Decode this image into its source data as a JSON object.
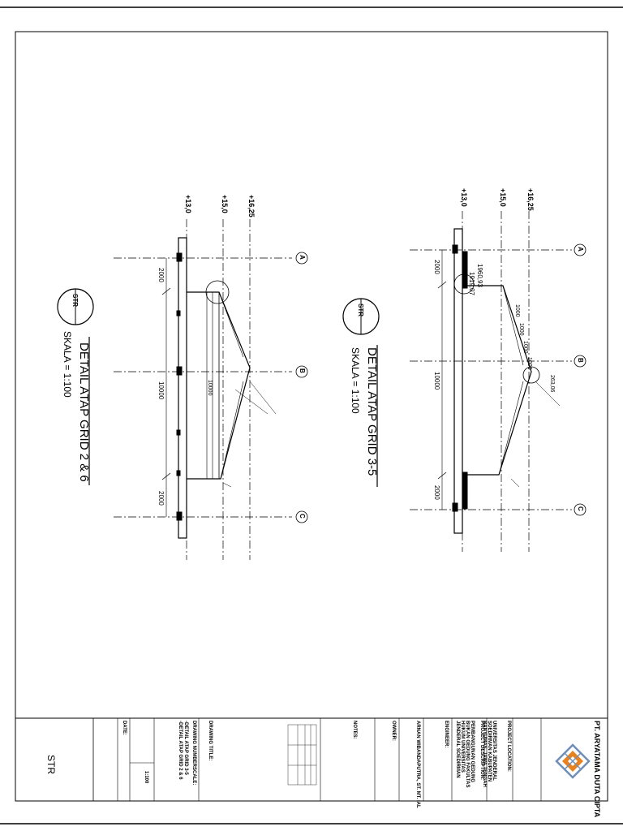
{
  "sheet": {
    "code": "STR",
    "scale_value": "1:100"
  },
  "drawing_left": {
    "title": "DETAIL ATAP GRID 2 & 6",
    "scale": "SKALA = 1:100",
    "symbol": "STR",
    "levels": [
      "+13,0",
      "+15,0",
      "+16,25"
    ],
    "grids": [
      "A",
      "B",
      "C"
    ],
    "dims": [
      "2000",
      "10000",
      "2000",
      "10000"
    ]
  },
  "drawing_right": {
    "title": "DETAIL ATAP GRID 3-5",
    "scale": "SKALA = 1:100",
    "symbol": "STR",
    "levels": [
      "+13,0",
      "+15,0",
      "+16,25"
    ],
    "grids": [
      "A",
      "B",
      "C"
    ],
    "dims": [
      "2000",
      "10000",
      "2000",
      "1960,93",
      "1919,07",
      "1000",
      "1000",
      "1000",
      "1000",
      "263,06"
    ]
  },
  "title_block": {
    "company": "PT. ARYATAMA DUTA CIPTA",
    "project_location_label": "PROJECT LOCATION:",
    "project_location": "UNIVERSITAS JENDERAL SOEDIRMAN KABUPATEN BANYUMAS, JAWA TENGAH",
    "project_description_label": "PROJECT DESCRIPTION:",
    "project_description": "PEMBANGUNAN GEDUNG BUKAN GEDUNG FAKULTAS HUKUM UNIVERSITAS JENDERAL SOEDIRMAN",
    "engineer_label": "ENGINEER:",
    "engineer": "ARNAN WIBANDAPUTRA, ST. MT. IAL",
    "owner_label": "OWNER:",
    "notes_label": "NOTES:",
    "drawing_title_label": "DRAWING TITLE:",
    "drawing_number_label": "DRAWING NUMBER:",
    "drawing_numbers": [
      "-DETAIL ATAP GRID 3-5",
      "-DETAIL ATAP GRID 2 & 6"
    ],
    "scale_label": "SCALE:",
    "date_label": "DATE:"
  },
  "colors": {
    "logo_orange": "#e8821e",
    "logo_blue": "#6f8fb8",
    "line": "#000000"
  }
}
